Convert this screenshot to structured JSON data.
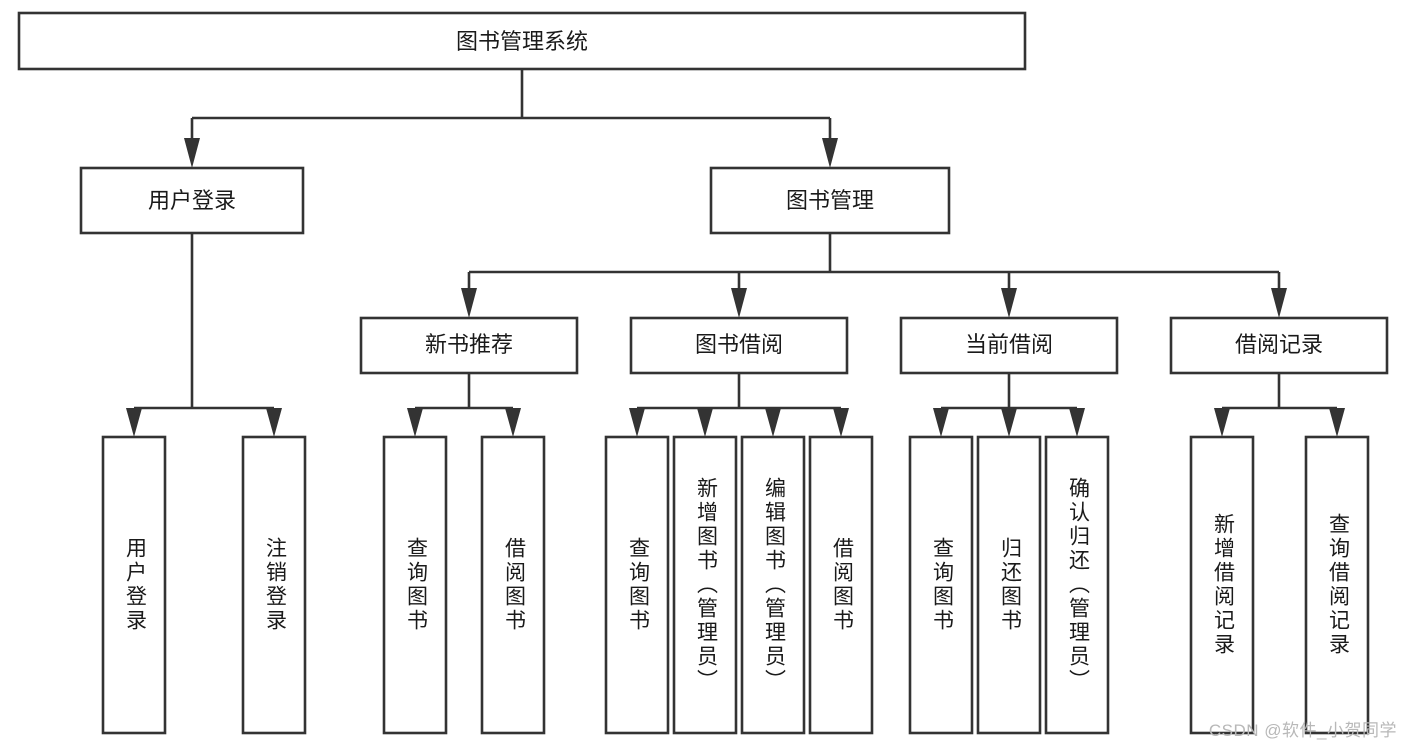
{
  "diagram": {
    "type": "tree-hierarchy",
    "title": "图书管理系统",
    "watermark": "CSDN @软件_小贺同学",
    "levels": [
      {
        "level": 1,
        "nodes": [
          {
            "id": "root",
            "label": "图书管理系统",
            "orientation": "horizontal"
          }
        ]
      },
      {
        "level": 2,
        "nodes": [
          {
            "id": "login",
            "label": "用户登录",
            "orientation": "horizontal",
            "parent": "root"
          },
          {
            "id": "bookmgmt",
            "label": "图书管理",
            "orientation": "horizontal",
            "parent": "root"
          }
        ]
      },
      {
        "level": 3,
        "nodes": [
          {
            "id": "newbook",
            "label": "新书推荐",
            "orientation": "horizontal",
            "parent": "bookmgmt"
          },
          {
            "id": "borrow",
            "label": "图书借阅",
            "orientation": "horizontal",
            "parent": "bookmgmt"
          },
          {
            "id": "current",
            "label": "当前借阅",
            "orientation": "horizontal",
            "parent": "bookmgmt"
          },
          {
            "id": "records",
            "label": "借阅记录",
            "orientation": "horizontal",
            "parent": "bookmgmt"
          }
        ]
      },
      {
        "level": 4,
        "nodes": [
          {
            "id": "leaf1",
            "label": "用户登录",
            "orientation": "vertical",
            "parent": "login"
          },
          {
            "id": "leaf2",
            "label": "注销登录",
            "orientation": "vertical",
            "parent": "login"
          },
          {
            "id": "leaf3",
            "label": "查询图书",
            "orientation": "vertical",
            "parent": "newbook"
          },
          {
            "id": "leaf4",
            "label": "借阅图书",
            "orientation": "vertical",
            "parent": "newbook"
          },
          {
            "id": "leaf5",
            "label": "查询图书",
            "orientation": "vertical",
            "parent": "borrow"
          },
          {
            "id": "leaf6",
            "label": "新增图书（管理员）",
            "orientation": "vertical",
            "parent": "borrow"
          },
          {
            "id": "leaf7",
            "label": "编辑图书（管理员）",
            "orientation": "vertical",
            "parent": "borrow"
          },
          {
            "id": "leaf8",
            "label": "借阅图书",
            "orientation": "vertical",
            "parent": "borrow"
          },
          {
            "id": "leaf9",
            "label": "查询图书",
            "orientation": "vertical",
            "parent": "current"
          },
          {
            "id": "leaf10",
            "label": "归还图书",
            "orientation": "vertical",
            "parent": "current"
          },
          {
            "id": "leaf11",
            "label": "确认归还（管理员）",
            "orientation": "vertical",
            "parent": "current"
          },
          {
            "id": "leaf12",
            "label": "新增借阅记录",
            "orientation": "vertical",
            "parent": "records"
          },
          {
            "id": "leaf13",
            "label": "查询借阅记录",
            "orientation": "vertical",
            "parent": "records"
          }
        ]
      }
    ],
    "colors": {
      "box_fill": "#ffffff",
      "box_stroke": "#333333",
      "text": "#1a1a1a",
      "background": "#ffffff",
      "watermark": "#b8b8b8"
    }
  }
}
